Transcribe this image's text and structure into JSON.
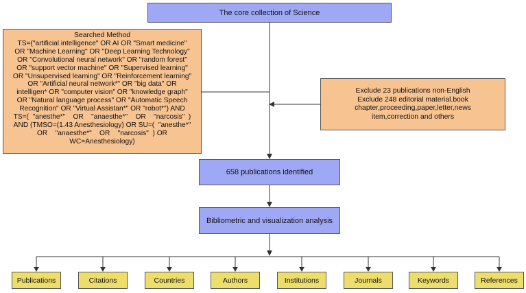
{
  "diagram": {
    "top_box": "The core collection of Science",
    "search_method": {
      "title": "Searched Method",
      "lines": [
        "TS=(\"artificial intelligence\" OR AI OR \"Smart medicine\"",
        "OR \"Machine Learning\" OR \"Deep Learning Technology\"",
        "OR \"Convolutional neural network\" OR \"random forest\"",
        "OR \"support vector machine\" OR \"Supervised learning\"",
        "OR \"Unsupervised learning\" OR \"Reinforcement learning\"",
        "OR \"Artificial neural network*\" OR \"big data\" OR",
        "intelligen* OR \"computer vision\" OR \"knowledge graph\"",
        "OR \"Natural language process\" OR \"Automatic Speech",
        "Recognition\" OR \"Virtual Assistan*\" OR \"robot*\") AND",
        "TS=(  \"anesthe*\"    OR    \"anaesthe*\"    OR    \"narcosis\"  )",
        "AND (TMSO=(1.43 Anesthesiology) OR SU=(  \"anesthe*\"",
        "OR    \"anaesthe*\"    OR    \"narcosis\"  ) OR",
        "WC=Anesthesiology)"
      ]
    },
    "exclusion": {
      "lines": [
        "Exclude 23 publications non-English",
        "Exclude 248 editorial material.book",
        "chapter,proceeding,paper,letter,news",
        "item,correction and others"
      ]
    },
    "identified_box": "658 publications identified",
    "analysis_box": "Bibliometric and visualization analysis",
    "categories": [
      "Publications",
      "Citations",
      "Countries",
      "Authors",
      "Institutions",
      "Journals",
      "Keywords",
      "References"
    ],
    "colors": {
      "main_box": "#9fa8f5",
      "search_box": "#f7c391",
      "category_box": "#ecdd6c",
      "line": "#333333"
    }
  }
}
